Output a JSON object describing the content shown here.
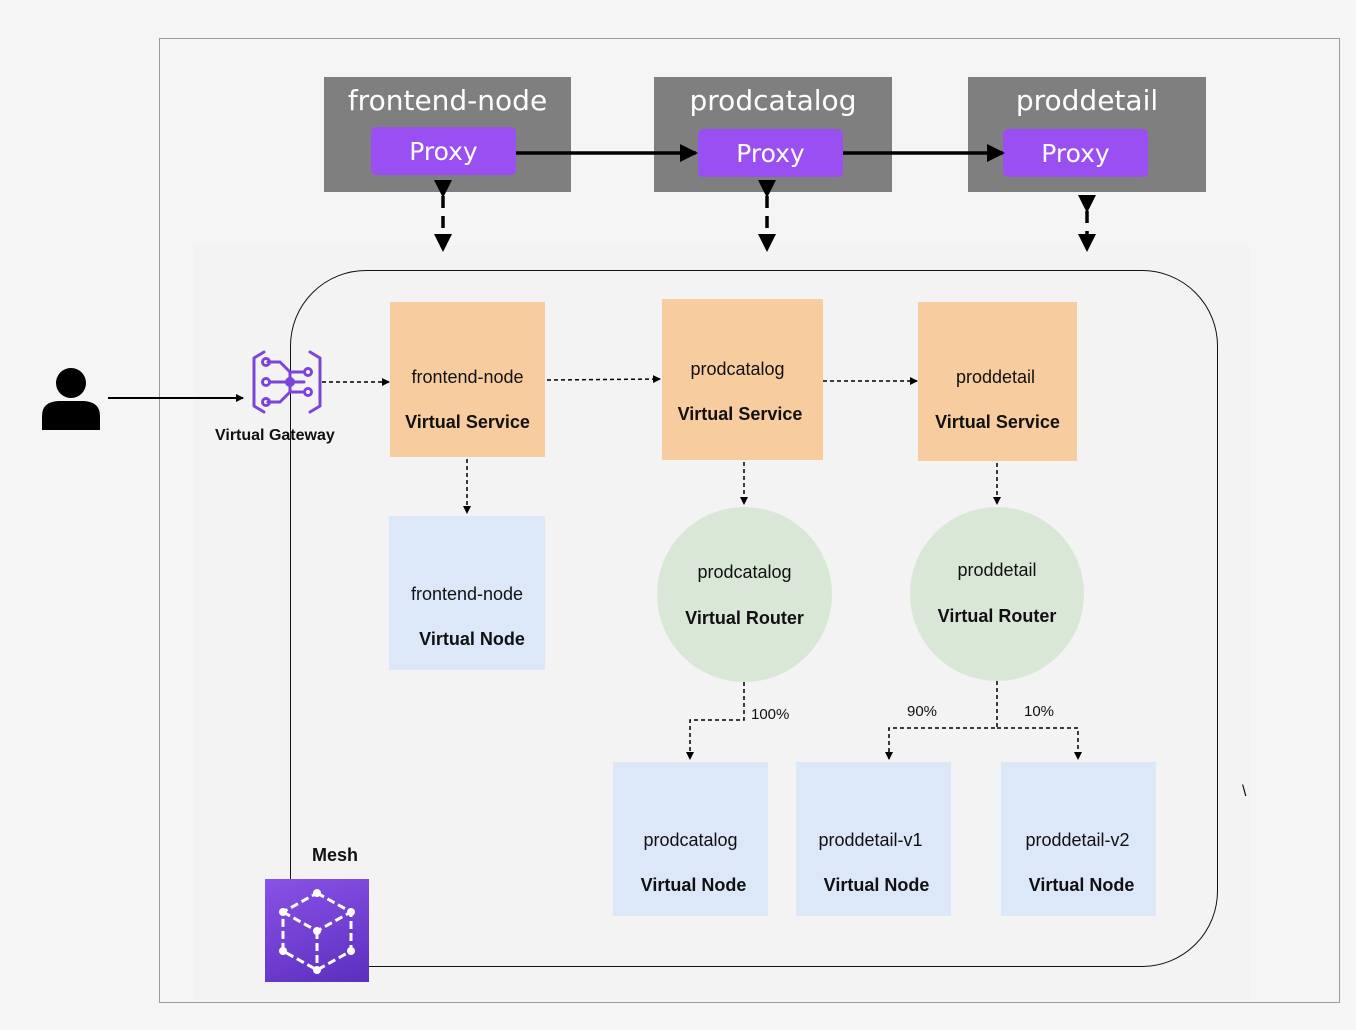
{
  "proxies": {
    "frontend": {
      "title": "frontend-node",
      "proxy": "Proxy"
    },
    "prodcatalog": {
      "title": "prodcatalog",
      "proxy": "Proxy"
    },
    "proddetail": {
      "title": "proddetail",
      "proxy": "Proxy"
    }
  },
  "gateway": {
    "label": "Virtual Gateway"
  },
  "services": {
    "frontend": {
      "name": "frontend-node",
      "type": "Virtual Service"
    },
    "prodcatalog": {
      "name": "prodcatalog",
      "type": "Virtual Service"
    },
    "proddetail": {
      "name": "proddetail",
      "type": "Virtual Service"
    }
  },
  "routers": {
    "prodcatalog": {
      "name": "prodcatalog",
      "type": "Virtual Router"
    },
    "proddetail": {
      "name": "proddetail",
      "type": "Virtual Router"
    }
  },
  "nodes": {
    "frontend": {
      "name": "frontend-node",
      "type": "Virtual Node"
    },
    "prodcatalog": {
      "name": "prodcatalog",
      "type": "Virtual Node"
    },
    "proddetail_v1": {
      "name": "proddetail-v1",
      "type": "Virtual Node"
    },
    "proddetail_v2": {
      "name": "proddetail-v2",
      "type": "Virtual Node"
    }
  },
  "weights": {
    "prodcatalog": "100%",
    "v1": "90%",
    "v2": "10%"
  },
  "mesh": {
    "label": "Mesh"
  },
  "stray_mark": "\\",
  "colors": {
    "proxy": "#9a4ff2",
    "service": "#f7cda0",
    "node": "#dce8f8",
    "router": "#d9e8d6",
    "host": "#7f7f7f",
    "mesh_icon": "#7b45d8"
  }
}
